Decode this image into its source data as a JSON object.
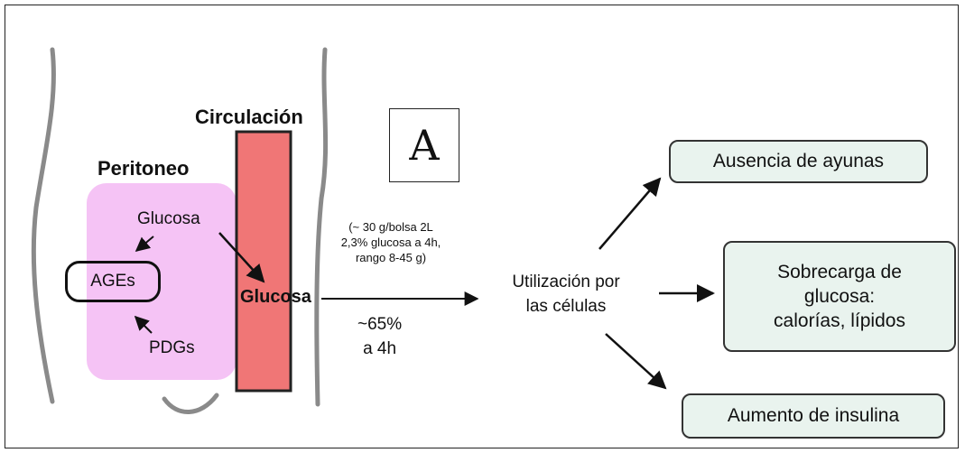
{
  "labels": {
    "circulacion": "Circulación",
    "peritoneo": "Peritoneo",
    "glucosa_peritoneo": "Glucosa",
    "ages": "AGEs",
    "pdgs": "PDGs",
    "glucosa_circulacion": "Glucosa",
    "panel_letter": "A"
  },
  "transport_note": {
    "line1": "(~ 30 g/bolsa 2L",
    "line2": "2,3% glucosa a 4h,",
    "line3": "rango 8-45 g)"
  },
  "absorption": {
    "percent": "~65%",
    "time": "a 4h"
  },
  "utilization": {
    "line1": "Utilización por",
    "line2": "las células"
  },
  "outcomes": {
    "ayunas": "Ausencia de ayunas",
    "sobrecarga_line1": "Sobrecarga de",
    "sobrecarga_line2": "glucosa:",
    "sobrecarga_line3": "calorías, lípidos",
    "insulina": "Aumento de insulina"
  },
  "colors": {
    "peritoneum_fill": "#f5c3f5",
    "circulation_fill": "#f07676",
    "outcome_box_fill": "#e9f3ee"
  }
}
